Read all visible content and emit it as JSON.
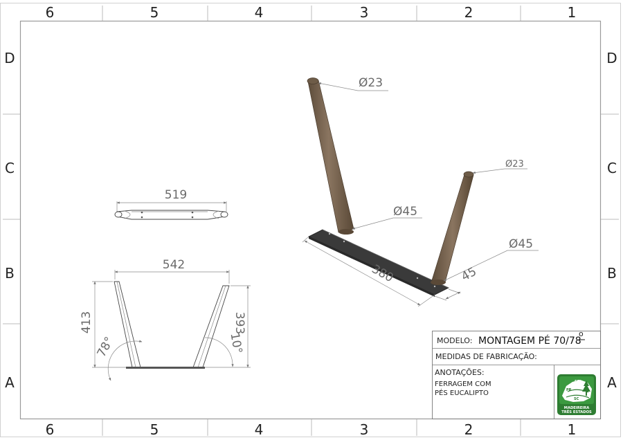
{
  "border": {
    "columns": [
      "6",
      "5",
      "4",
      "3",
      "2",
      "1"
    ],
    "rows": [
      "D",
      "C",
      "B",
      "A"
    ]
  },
  "top_view": {
    "width_dim": "519"
  },
  "front_view": {
    "width_dim": "542",
    "left_height_dim": "413",
    "right_height_dim": "393",
    "left_angle": "78°",
    "right_angle": "10°"
  },
  "iso_view": {
    "left_top_dia": "Ø23",
    "right_top_dia": "Ø23",
    "left_base_dia": "Ø45",
    "right_base_dia": "Ø45",
    "plate_length": "380",
    "plate_width": "45",
    "leg_color": "#7a6650",
    "plate_color": "#3c3c3c"
  },
  "title_block": {
    "model_label": "MODELO:",
    "model_value": "MONTAGEM PÉ 70/78",
    "model_degree": "o",
    "measures_label": "MEDIDAS DE FABRICAÇÃO:",
    "notes_label": "ANOTAÇÕES:",
    "notes_line1": "FERRAGEM COM",
    "notes_line2": "PÉS EUCALIPTO"
  },
  "logo": {
    "state_sp": "SP",
    "state_pr": "PR",
    "state_sc": "SC",
    "line1": "MADEIREIRA",
    "line2": "TRÊS ESTADOS",
    "color": "#2e7d32"
  }
}
